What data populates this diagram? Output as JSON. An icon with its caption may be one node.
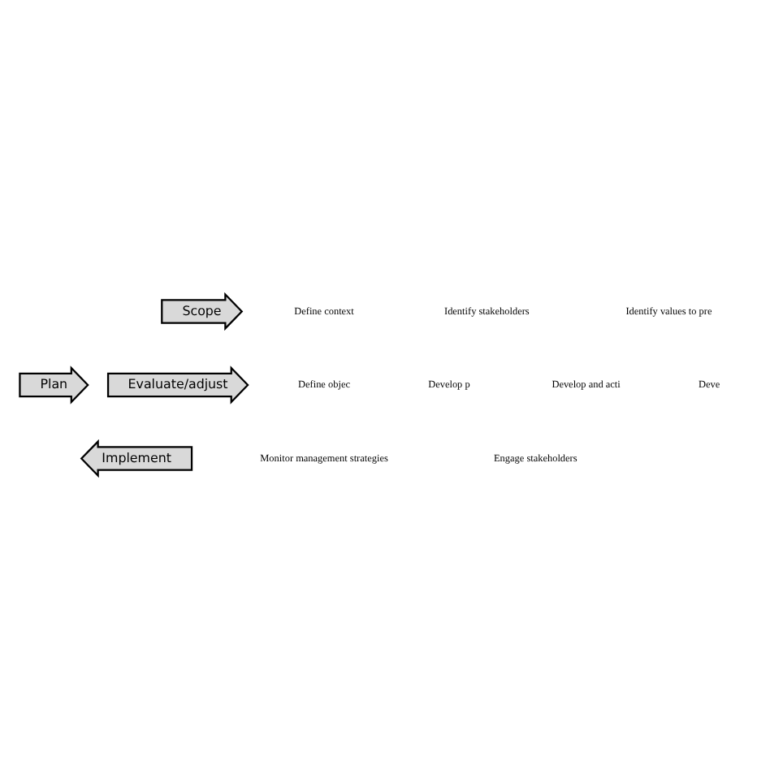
{
  "diagram": {
    "nodes": [
      {
        "text": [
          "Scope"
        ]
      },
      {
        "text": [
          "Plan"
        ]
      },
      {
        "text": [
          "Implement"
        ]
      },
      {
        "text": [
          "Evaluate/adjust"
        ]
      }
    ],
    "labels": [
      "Define context",
      "Identify stakeholders",
      "Identify values to pre",
      "Define objec",
      "Develop p",
      "Develop and acti",
      "Deve",
      "Monitor management strategies",
      "Engage stakeholders"
    ]
  }
}
